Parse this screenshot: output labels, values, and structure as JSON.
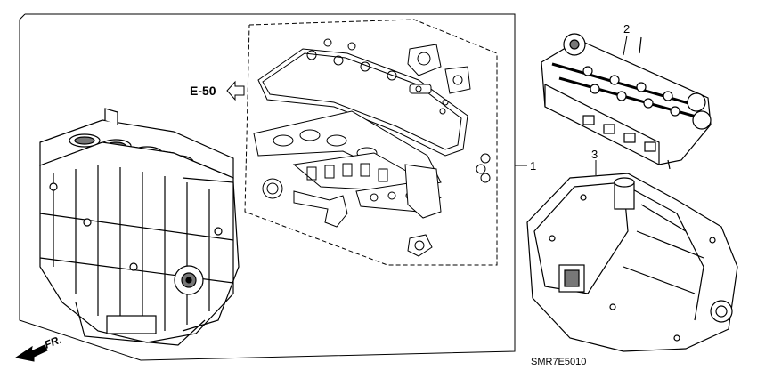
{
  "diagram": {
    "callouts": {
      "item1": "1",
      "item2": "2",
      "item3": "3"
    },
    "reference": "E-50",
    "direction_label": "FR.",
    "diagram_code": "SMR7E5010",
    "colors": {
      "line": "#000000",
      "background": "#ffffff",
      "shade": "#777777"
    }
  }
}
